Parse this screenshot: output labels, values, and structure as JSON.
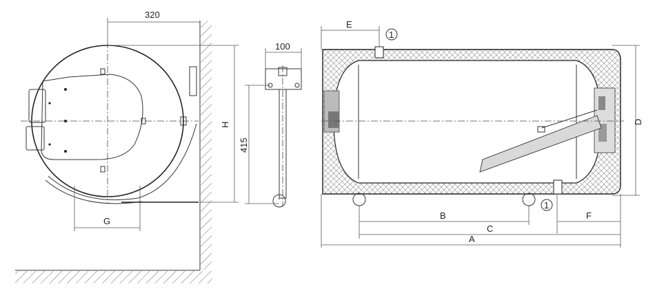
{
  "dimensions": {
    "side_width": "320",
    "side_height": "H",
    "side_g": "G",
    "bracket_width": "100",
    "bracket_height": "415",
    "front_a": "A",
    "front_b": "B",
    "front_c": "C",
    "front_d": "D",
    "front_e": "E",
    "front_f": "F"
  },
  "markers": {
    "top_connection": "1",
    "bottom_connection": "1"
  }
}
